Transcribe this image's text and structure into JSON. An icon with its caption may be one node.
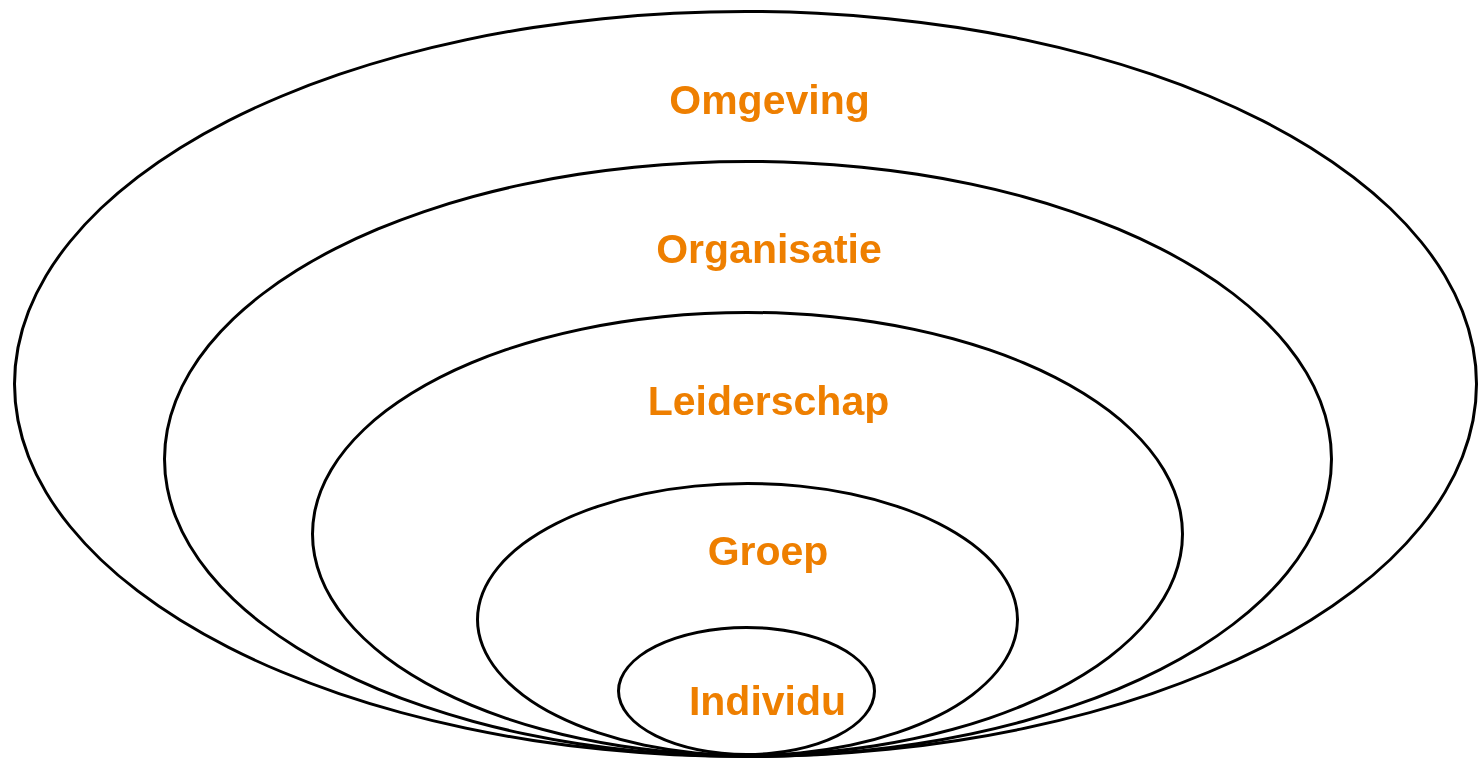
{
  "diagram": {
    "nodes": [
      {
        "text": [
          "Omgeving"
        ]
      },
      {
        "text": [
          "Organisatie"
        ],
        "in": 0
      },
      {
        "text": [
          "Leiderschap"
        ],
        "in": 1
      },
      {
        "text": [
          "Groep"
        ],
        "in": 2
      },
      {
        "text": [
          "Individu"
        ],
        "in": 3
      }
    ]
  }
}
